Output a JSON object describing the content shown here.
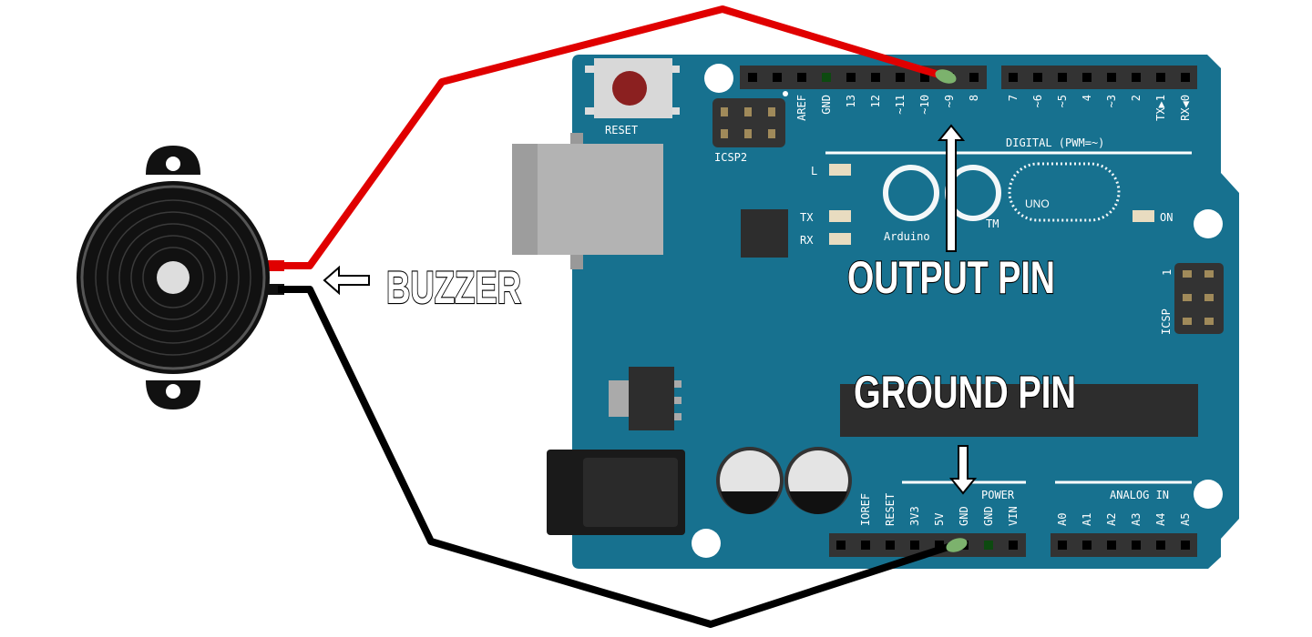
{
  "annotations": {
    "buzzer": "BUZZER",
    "output_pin": "OUTPUT PIN",
    "ground_pin": "GROUND PIN"
  },
  "board": {
    "reset_label": "RESET",
    "icsp2_label": "ICSP2",
    "icsp_label": "ICSP",
    "icsp_pin1": "1",
    "digital_label": "DIGITAL (PWM=~)",
    "power_label": "POWER",
    "analog_label": "ANALOG IN",
    "led_l": "L",
    "led_tx": "TX",
    "led_rx": "RX",
    "led_on": "ON",
    "logo_uno": "UNO",
    "logo_arduino": "Arduino",
    "logo_tm": "TM",
    "digital_pins_a": [
      "AREF",
      "GND",
      "13",
      "12",
      "~11",
      "~10",
      "~9",
      "8"
    ],
    "digital_pins_b": [
      "7",
      "~6",
      "~5",
      "4",
      "~3",
      "2",
      "TX▶1",
      "RX◀0"
    ],
    "power_pins": [
      "IOREF",
      "RESET",
      "3V3",
      "5V",
      "GND",
      "GND",
      "VIN"
    ],
    "analog_pins": [
      "A0",
      "A1",
      "A2",
      "A3",
      "A4",
      "A5"
    ]
  },
  "colors": {
    "board": "#17718f",
    "wire_signal": "#e00000",
    "wire_ground": "#000000",
    "header": "#333333",
    "wire_end": "#7cb26d"
  }
}
